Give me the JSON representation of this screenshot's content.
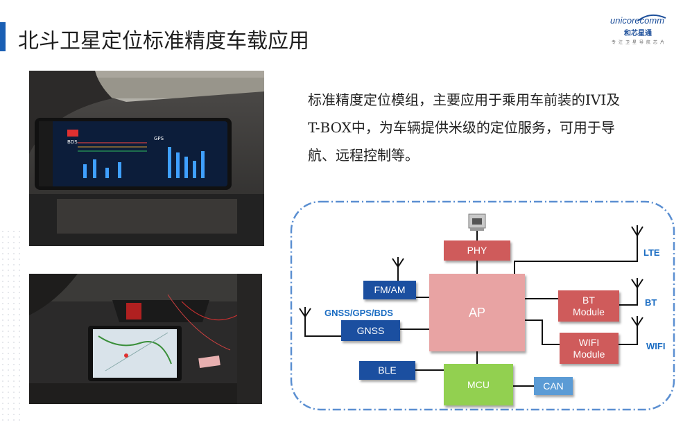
{
  "page": {
    "title": "北斗卫星定位标准精度车载应用"
  },
  "logo": {
    "brand": "unicorecomm",
    "cn_name": "和芯星通",
    "tagline": "专注卫星导航芯片"
  },
  "description": {
    "lines": [
      "标准精度定位模组，主要应用于乘用车前装的IVI及",
      "T-BOX中，为车辆提供米级的定位服务，可用于导",
      "航、远程控制等。"
    ]
  },
  "photo_top": {
    "screen_chip_label": "BDS",
    "screen_chip_label_2": "GPS"
  },
  "diagram": {
    "blocks": {
      "phy": "PHY",
      "ap": "AP",
      "fmam": "FM/AM",
      "gnss": "GNSS",
      "ble": "BLE",
      "mcu": "MCU",
      "can": "CAN",
      "bt": "BT\nModule",
      "wifi": "WIFI\nModule"
    },
    "antenna_labels": {
      "lte": "LTE",
      "bt": "BT",
      "wifi": "WIFI",
      "gnss": "GNSS/GPS/BDS"
    },
    "colors": {
      "red_block": "#cf5b5b",
      "ap_block": "#e8a3a3",
      "blue_block": "#1b4fa0",
      "mcu_block": "#92d050",
      "can_block": "#5b9bd5",
      "frame": "#5b8fd1",
      "label": "#1a6cc2"
    }
  }
}
